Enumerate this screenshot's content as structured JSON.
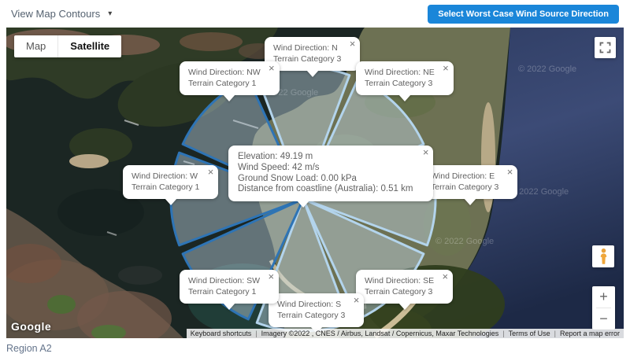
{
  "header": {
    "view_map_contours_label": "View Map Contours",
    "worst_case_button_label": "Select Worst Case Wind Source Direction",
    "button_color": "#1a86d9"
  },
  "map": {
    "type_control": {
      "map_label": "Map",
      "satellite_label": "Satellite",
      "selected": "Satellite"
    },
    "google_logo": "Google",
    "watermark": "© 2022 Google",
    "zoom_in_label": "+",
    "zoom_out_label": "−",
    "attribution": {
      "keyboard_shortcuts": "Keyboard shortcuts",
      "imagery_credit": "Imagery ©2022 , CNES / Airbus, Landsat / Copernicus, Maxar Technologies",
      "terms_of_use": "Terms of Use",
      "report_error": "Report a map error"
    }
  },
  "center_popup": {
    "elevation": "Elevation: 49.19 m",
    "wind_speed": "Wind Speed: 42 m/s",
    "ground_snow_load": "Ground Snow Load: 0.00 kPa",
    "coastline_distance": "Distance from coastline (Australia): 0.51 km"
  },
  "windrose": {
    "fill": "rgba(200,222,239,0.42)",
    "tc1_border": "#2e74b5",
    "tc3_border": "#b3d4ec",
    "sectors": [
      {
        "direction": "N",
        "bearing": 0,
        "terrain_category": 3,
        "label": "Wind Direction: N",
        "category_label": "Terrain Category 3"
      },
      {
        "direction": "NE",
        "bearing": 45,
        "terrain_category": 3,
        "label": "Wind Direction: NE",
        "category_label": "Terrain Category 3"
      },
      {
        "direction": "E",
        "bearing": 90,
        "terrain_category": 3,
        "label": "Wind Direction: E",
        "category_label": "Terrain Category 3"
      },
      {
        "direction": "SE",
        "bearing": 135,
        "terrain_category": 3,
        "label": "Wind Direction: SE",
        "category_label": "Terrain Category 3"
      },
      {
        "direction": "S",
        "bearing": 180,
        "terrain_category": 3,
        "label": "Wind Direction: S",
        "category_label": "Terrain Category 3"
      },
      {
        "direction": "SW",
        "bearing": 225,
        "terrain_category": 1,
        "label": "Wind Direction: SW",
        "category_label": "Terrain Category 1"
      },
      {
        "direction": "W",
        "bearing": 270,
        "terrain_category": 1,
        "label": "Wind Direction: W",
        "category_label": "Terrain Category 1"
      },
      {
        "direction": "NW",
        "bearing": 315,
        "terrain_category": 1,
        "label": "Wind Direction: NW",
        "category_label": "Terrain Category 1"
      }
    ]
  },
  "footer": {
    "region_label": "Region A2"
  },
  "icons": {
    "close_glyph": "×",
    "caret_glyph": "▾"
  }
}
